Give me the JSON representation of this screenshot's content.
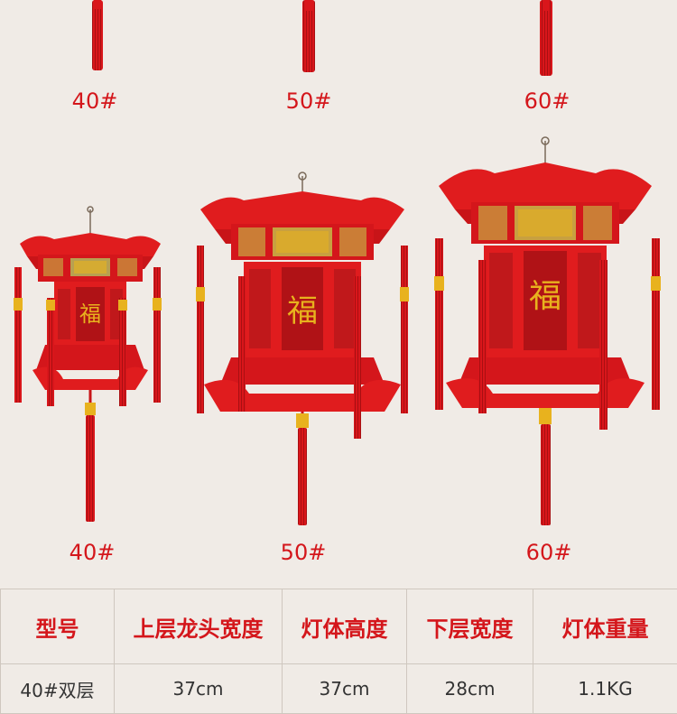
{
  "colors": {
    "background": "#f0ebe6",
    "accent": "#d4161b",
    "lantern_red": "#e01c1e",
    "gold": "#e8b21e"
  },
  "top_labels": [
    "40#",
    "50#",
    "60#"
  ],
  "lantern_labels": [
    "40#",
    "50#",
    "60#"
  ],
  "lantern_characters": [
    "福",
    "福",
    "福"
  ],
  "table": {
    "headers": [
      "型号",
      "上层龙头宽度",
      "灯体高度",
      "下层宽度",
      "灯体重量"
    ],
    "rows": [
      [
        "40#双层",
        "37cm",
        "37cm",
        "28cm",
        "1.1KG"
      ]
    ]
  }
}
